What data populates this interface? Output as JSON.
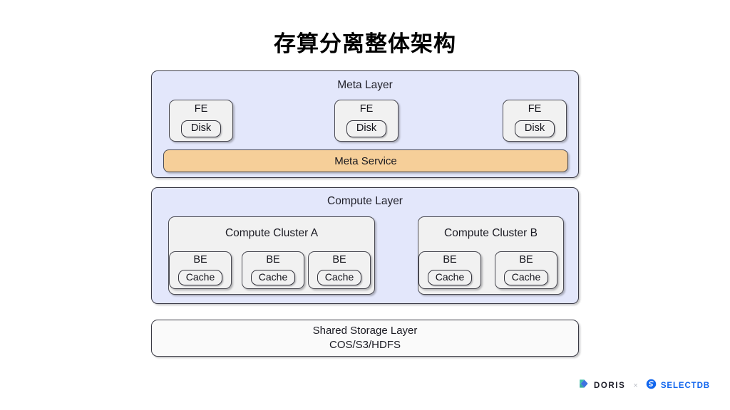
{
  "title": "存算分离整体架构",
  "meta_layer": {
    "label": "Meta Layer",
    "nodes": [
      {
        "title": "FE",
        "pill": "Disk"
      },
      {
        "title": "FE",
        "pill": "Disk"
      },
      {
        "title": "FE",
        "pill": "Disk"
      }
    ],
    "service_bar": "Meta Service",
    "panel_color": "#e3e7fb",
    "service_color": "#f6cf99"
  },
  "compute_layer": {
    "label": "Compute Layer",
    "panel_color": "#e3e7fb",
    "clusters": [
      {
        "title": "Compute Cluster A",
        "nodes": [
          {
            "title": "BE",
            "pill": "Cache"
          },
          {
            "title": "BE",
            "pill": "Cache"
          },
          {
            "title": "BE",
            "pill": "Cache"
          }
        ]
      },
      {
        "title": "Compute Cluster B",
        "nodes": [
          {
            "title": "BE",
            "pill": "Cache"
          },
          {
            "title": "BE",
            "pill": "Cache"
          }
        ]
      }
    ]
  },
  "storage_layer": {
    "line1": "Shared Storage Layer",
    "line2": "COS/S3/HDFS",
    "panel_color": "#fafafa"
  },
  "footer": {
    "doris_label": "DORIS",
    "separator": "×",
    "selectdb_label": "SELECTDB",
    "doris_color": "#2bb7a3",
    "selectdb_color": "#1166ee"
  }
}
